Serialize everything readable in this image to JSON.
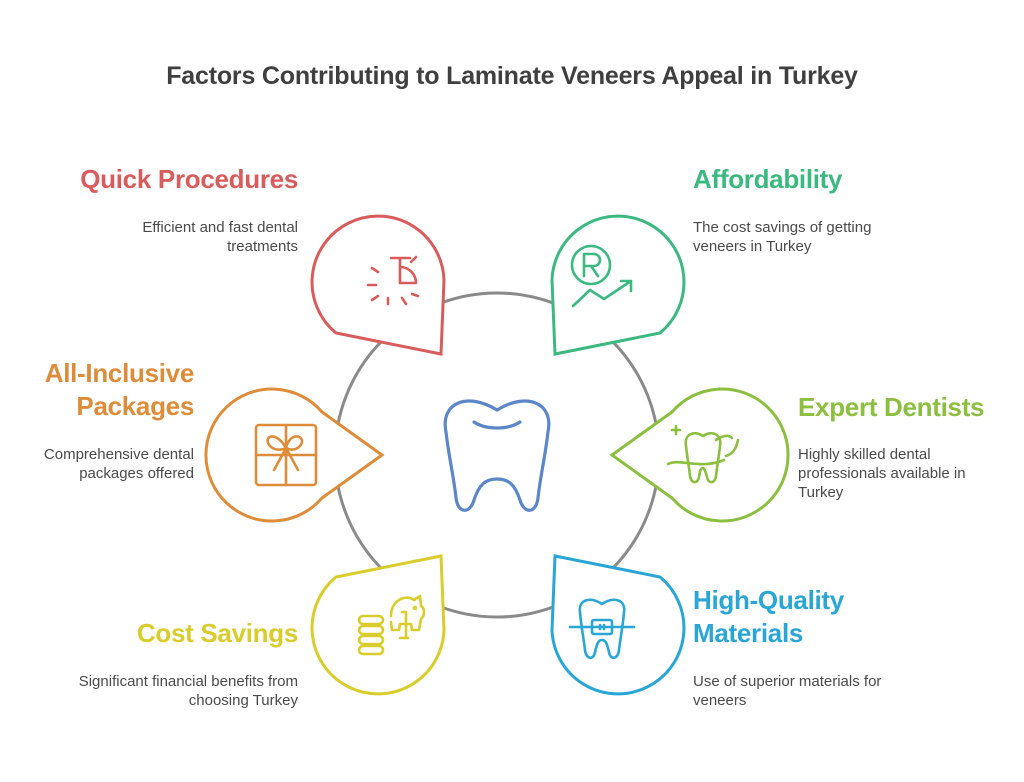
{
  "title": "Factors Contributing to Laminate Veneers Appeal in Turkey",
  "center": {
    "icon": "tooth-icon",
    "color": "#5b86c7",
    "ring_color": "#8a8a8a"
  },
  "items": [
    {
      "key": "quick",
      "label": "Quick Procedures",
      "description": "Efficient and fast dental treatments",
      "icon": "timer-icon",
      "color": "#d95c5c"
    },
    {
      "key": "affordability",
      "label": "Affordability",
      "description": "The cost savings of getting veneers in Turkey",
      "icon": "rupee-growth-icon",
      "color": "#3cb881"
    },
    {
      "key": "packages",
      "label": "All-Inclusive Packages",
      "description": "Comprehensive dental packages offered",
      "icon": "gift-box-icon",
      "color": "#dd8c3a"
    },
    {
      "key": "dentists",
      "label": "Expert Dentists",
      "description": "Highly skilled dental professionals available in Turkey",
      "icon": "sparkling-tooth-icon",
      "color": "#8cbf3f"
    },
    {
      "key": "savings",
      "label": "Cost Savings",
      "description": "Significant financial benefits from choosing Turkey",
      "icon": "piggy-bank-coins-icon",
      "color": "#d8cd2c"
    },
    {
      "key": "materials",
      "label": "High-Quality Materials",
      "description": "Use of superior materials for veneers",
      "icon": "tooth-braces-icon",
      "color": "#2aa6d4"
    }
  ]
}
